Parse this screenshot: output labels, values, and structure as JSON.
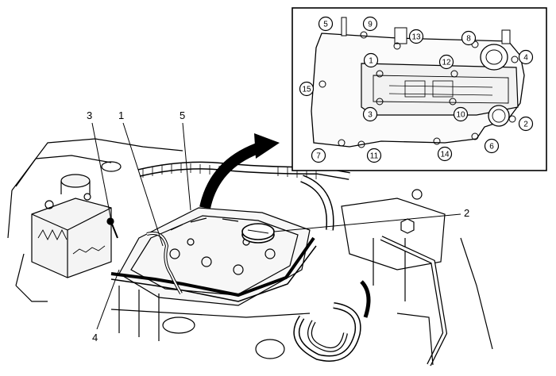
{
  "figure": {
    "callouts": [
      {
        "id": "callout-1",
        "label": "1"
      },
      {
        "id": "callout-2",
        "label": "2"
      },
      {
        "id": "callout-3",
        "label": "3"
      },
      {
        "id": "callout-4",
        "label": "4"
      },
      {
        "id": "callout-5",
        "label": "5"
      }
    ],
    "inset": {
      "sequence": [
        "1",
        "2",
        "3",
        "4",
        "5",
        "6",
        "7",
        "8",
        "9",
        "10",
        "11",
        "12",
        "13",
        "14",
        "15"
      ]
    }
  }
}
